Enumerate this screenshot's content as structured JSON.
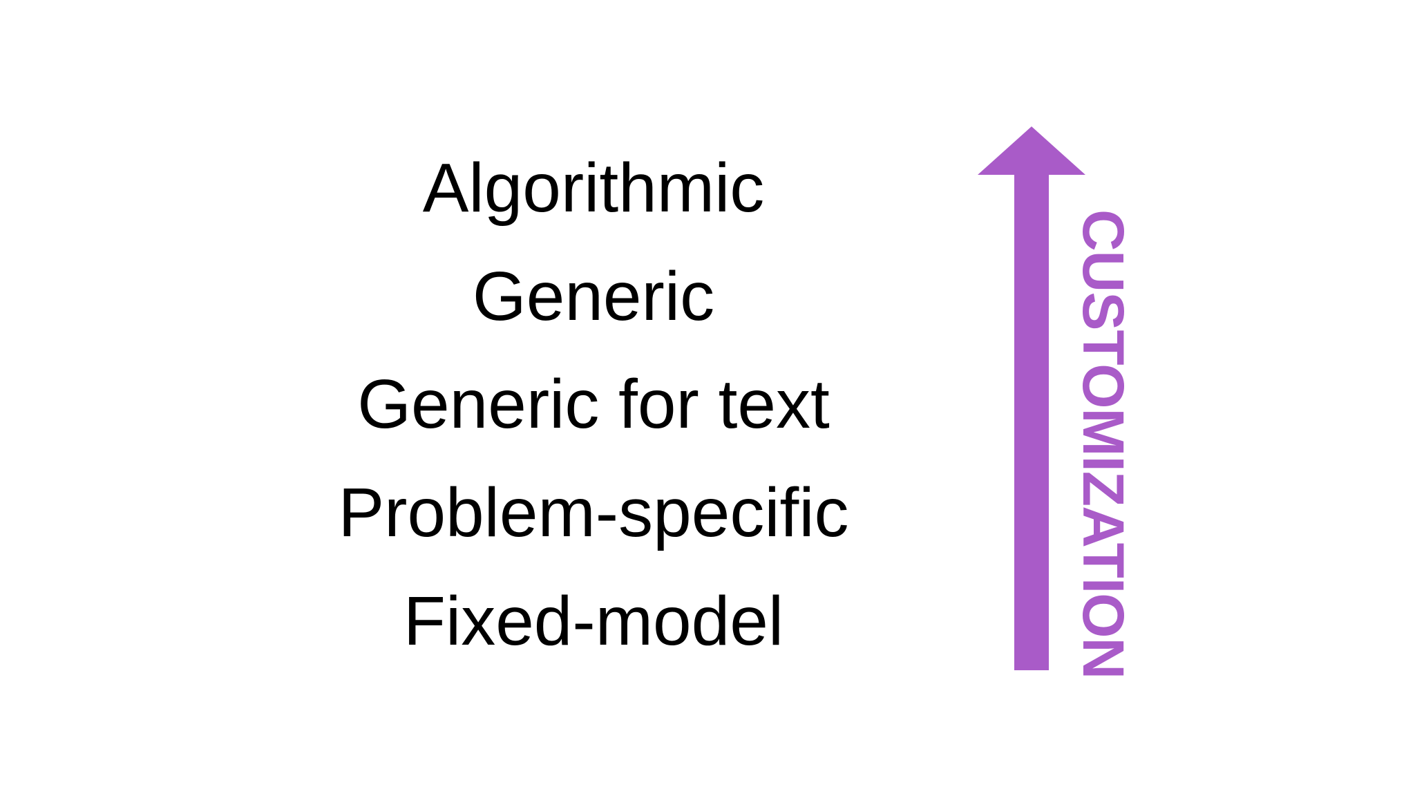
{
  "levels": [
    "Algorithmic",
    "Generic",
    "Generic for text",
    "Problem-specific",
    "Fixed-model"
  ],
  "axis": {
    "label": "CUSTOMIZATION",
    "direction": "up",
    "color": "#a95bc8"
  }
}
